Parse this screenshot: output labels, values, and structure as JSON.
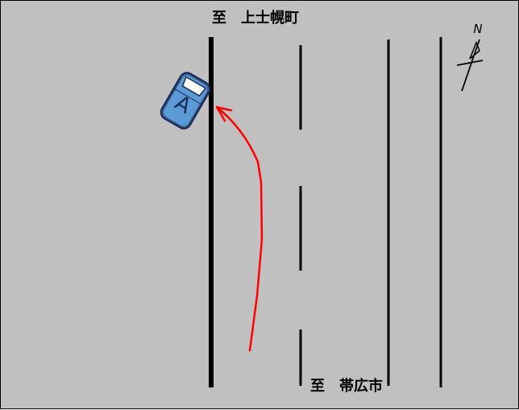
{
  "diagram": {
    "direction_top": "至　上士幌町",
    "direction_bottom": "至　帯広市",
    "compass_label": "N",
    "vehicle_label": "A",
    "colors": {
      "road_surface": "#c0c0c0",
      "lane_lines": "#000000",
      "vehicle_body": "#5b9bd5",
      "vehicle_outline": "#1a2a55",
      "path_arrow": "#ff0000"
    }
  }
}
